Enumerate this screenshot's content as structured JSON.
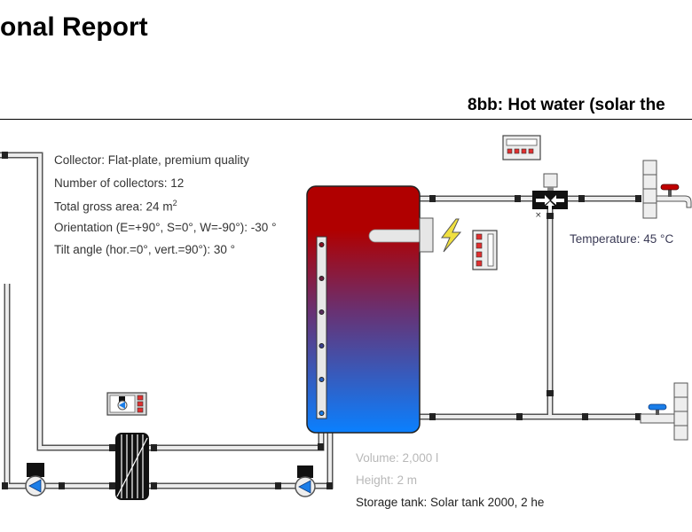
{
  "header": {
    "title": "onal Report",
    "section_title": "8bb: Hot water (solar the"
  },
  "collector": {
    "type": "Collector: Flat-plate, premium quality",
    "count": "Number of collectors: 12",
    "area_prefix": "Total gross area: 24 m",
    "area_sup": "2",
    "orientation": "Orientation (E=+90°, S=0°, W=-90°): -30 °",
    "tilt": "Tilt angle (hor.=0°, vert.=90°): 30 °"
  },
  "tank": {
    "volume": "Volume: 2,000 l",
    "height": "Height: 2 m",
    "model": "Storage tank: Solar tank 2000, 2 he"
  },
  "hot_water": {
    "temperature": "Temperature: 45 °C"
  },
  "colors": {
    "tank_top": "#b00000",
    "tank_bottom": "#0a80ff",
    "hot_tap": "#c00000",
    "cold_tap": "#1a7de8",
    "pump": "#1a7de8",
    "lightning": "#f0e040"
  }
}
